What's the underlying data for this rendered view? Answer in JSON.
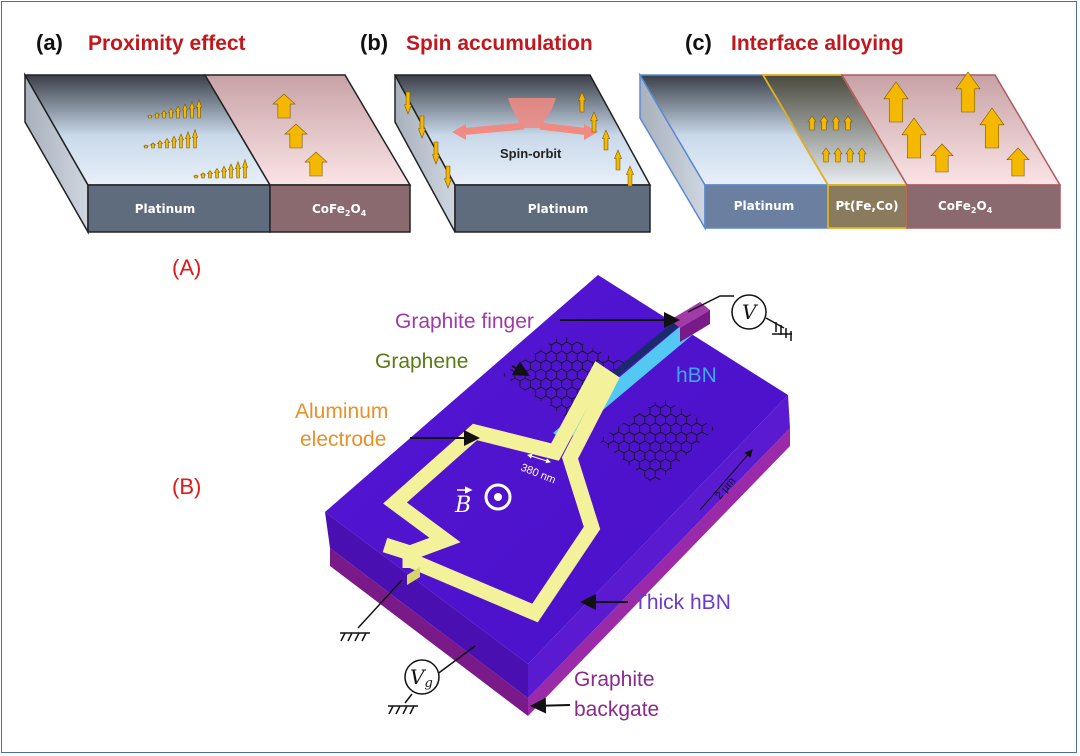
{
  "panel_A": {
    "label": "(A)",
    "subpanels": [
      {
        "letter": "(a)",
        "title": "Proximity effect",
        "faces": [
          "Platinum",
          "CoFe",
          "2",
          "O",
          "4"
        ]
      },
      {
        "letter": "(b)",
        "title": "Spin accumulation",
        "faces": [
          "Platinum"
        ],
        "center_text": "Spin-orbit"
      },
      {
        "letter": "(c)",
        "title": "Interface alloying",
        "faces": [
          "Platinum",
          "Pt(Fe,Co)",
          "CoFe",
          "2",
          "O",
          "4"
        ]
      }
    ]
  },
  "panel_B": {
    "label": "(B)",
    "annotations": {
      "graphite_finger": "Graphite finger",
      "graphene": "Graphene",
      "hbn": "hBN",
      "aluminum": "Aluminum",
      "electrode": "electrode",
      "width": "380 nm",
      "scale": "2 μm",
      "thick_hbn": "Thick hBN",
      "graphite": "Graphite",
      "backgate": "backgate"
    },
    "meters": {
      "voltage": "V",
      "gate": "V",
      "gate_sub": "g"
    },
    "field_symbol": "B"
  },
  "colors": {
    "title_red": "#c0181c",
    "label_red": "#e01818",
    "arrow_yellow": "#f5b800",
    "substrate_purple": "#5a12d8",
    "electrode_yellow": "#f3f19a",
    "graphite_purple": "#8a2a8c",
    "hbn_cyan": "#52c8f2",
    "graphene_green": "#5a7a12",
    "aluminum_orange": "#e8902a",
    "thickhbn_violet": "#6a3ad0"
  }
}
